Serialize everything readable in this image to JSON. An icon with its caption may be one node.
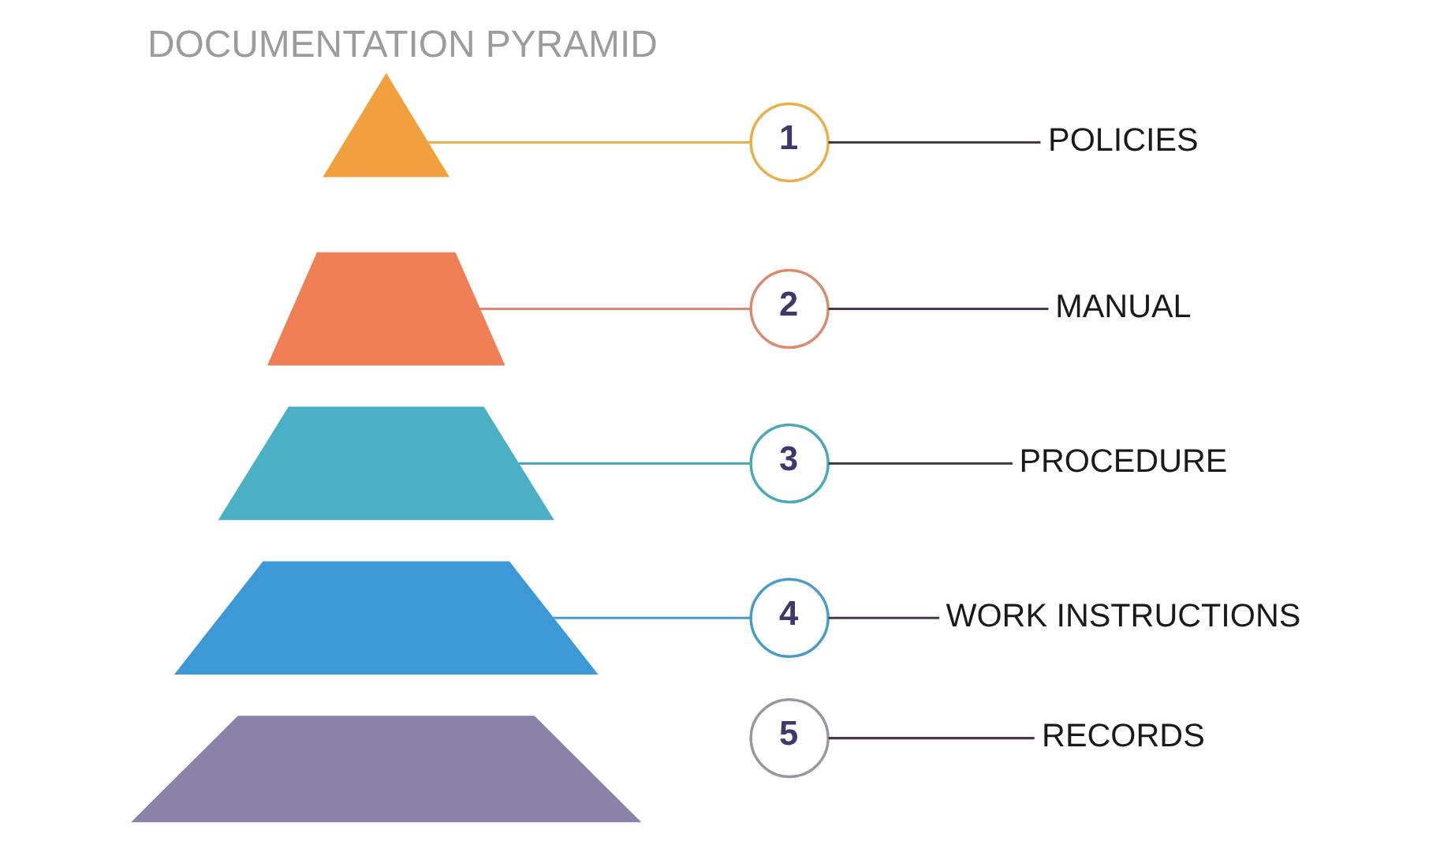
{
  "diagram": {
    "title": "DOCUMENTATION PYRAMID",
    "nodes": [
      {
        "text": [],
        "shape": "triangle"
      },
      {
        "text": [
          "1"
        ]
      },
      {
        "text": [
          "POLICIES"
        ]
      },
      {
        "text": [],
        "shape": "trapezoid"
      },
      {
        "text": [
          "2"
        ]
      },
      {
        "text": [
          "MANUAL"
        ]
      },
      {
        "text": [],
        "shape": "trapezoid"
      },
      {
        "text": [
          "3"
        ]
      },
      {
        "text": [
          "PROCEDURE"
        ]
      },
      {
        "text": [],
        "shape": "trapezoid"
      },
      {
        "text": [
          "4"
        ]
      },
      {
        "text": [
          "WORK INSTRUCTIONS"
        ]
      },
      {
        "text": [],
        "shape": "trapezoid"
      },
      {
        "text": [
          "5"
        ]
      },
      {
        "text": [
          "RECORDS"
        ]
      }
    ],
    "edges": [
      {
        "from": 0,
        "to": 1,
        "arrow": "none",
        "color": "#e8b04a"
      },
      {
        "from": 1,
        "to": 2,
        "arrow": "none"
      },
      {
        "from": 3,
        "to": 4,
        "arrow": "none",
        "color": "#d98a70"
      },
      {
        "from": 4,
        "to": 5,
        "arrow": "none"
      },
      {
        "from": 6,
        "to": 7,
        "arrow": "none",
        "color": "#4aa8b8"
      },
      {
        "from": 7,
        "to": 8,
        "arrow": "none"
      },
      {
        "from": 9,
        "to": 10,
        "arrow": "none",
        "color": "#4a9cc8"
      },
      {
        "from": 10,
        "to": 11,
        "arrow": "none"
      },
      {
        "from": 13,
        "to": 14,
        "arrow": "none"
      }
    ]
  }
}
